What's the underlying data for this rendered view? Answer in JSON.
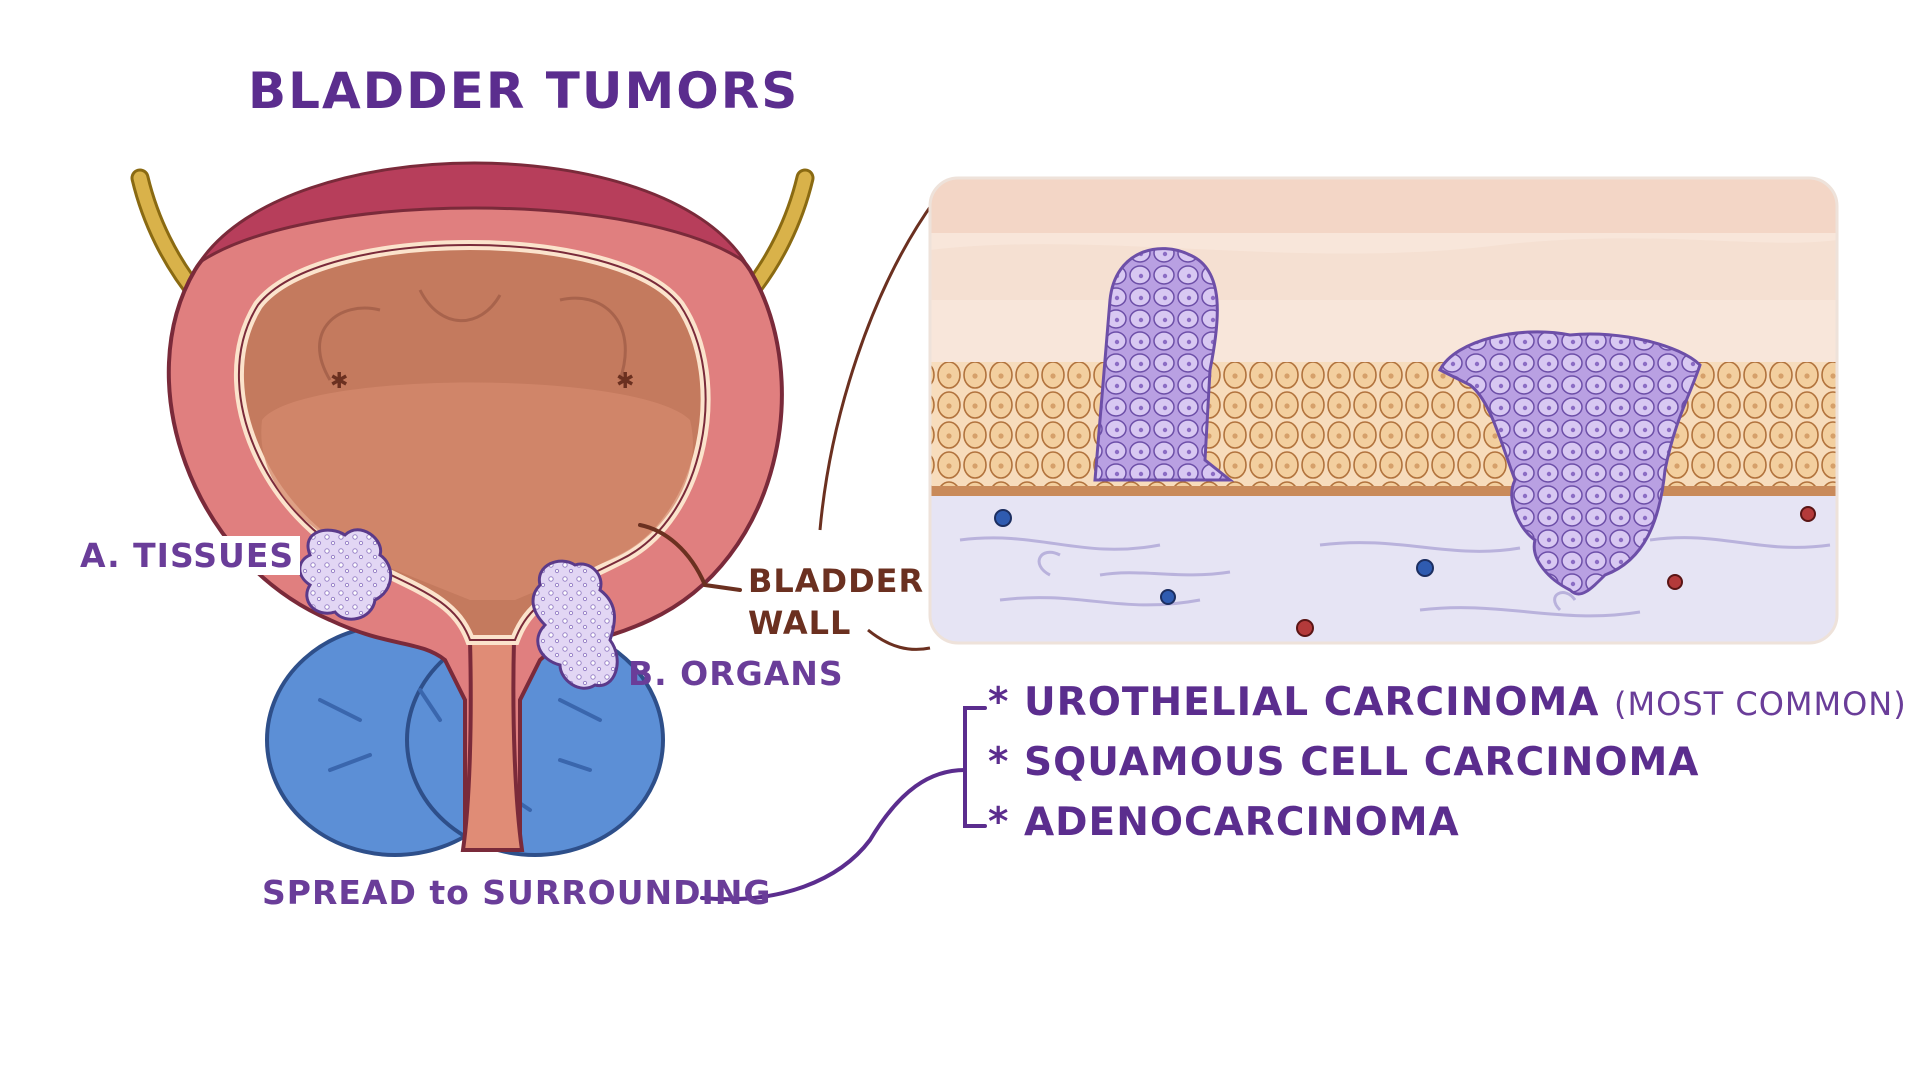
{
  "title": "BLADDER TUMORS",
  "labels": {
    "tissues": "A. TISSUES",
    "organs": "B. ORGANS",
    "spread": "SPREAD to SURROUNDING",
    "wall_line1": "BLADDER",
    "wall_line2": "WALL"
  },
  "tumor_types": [
    {
      "marker": "*",
      "name": "UROTHELIAL CARCINOMA",
      "note": "(MOST COMMON)"
    },
    {
      "marker": "*",
      "name": "SQUAMOUS CELL CARCINOMA",
      "note": ""
    },
    {
      "marker": "*",
      "name": "ADENOCARCINOMA",
      "note": ""
    }
  ],
  "colors": {
    "title": "#5b2d8e",
    "bladder_outer": "#e07f7f",
    "bladder_inner": "#c97a5e",
    "prostate": "#5c8fd6",
    "tumor": "#c9b6e6",
    "epithelium": "#f0c99c",
    "connective": "#e6e4f4"
  }
}
